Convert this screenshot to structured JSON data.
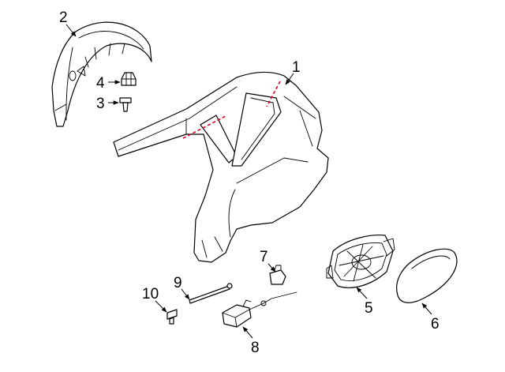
{
  "callouts": [
    {
      "id": "1",
      "label": "1"
    },
    {
      "id": "2",
      "label": "2"
    },
    {
      "id": "3",
      "label": "3"
    },
    {
      "id": "4",
      "label": "4"
    },
    {
      "id": "5",
      "label": "5"
    },
    {
      "id": "6",
      "label": "6"
    },
    {
      "id": "7",
      "label": "7"
    },
    {
      "id": "8",
      "label": "8"
    },
    {
      "id": "9",
      "label": "9"
    },
    {
      "id": "10",
      "label": "10"
    }
  ],
  "colors": {
    "line": "#000000",
    "cut_line": "#e0001a",
    "background": "#ffffff"
  }
}
